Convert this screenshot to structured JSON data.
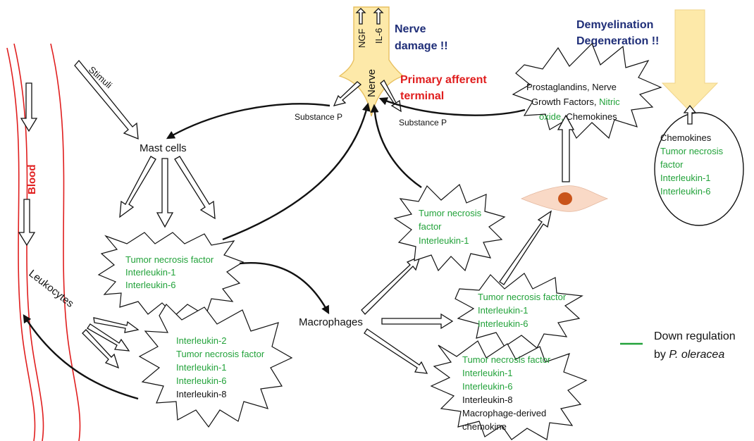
{
  "colors": {
    "down_regulated_text": "#22a23a",
    "title_blue": "#1f2e78",
    "emphasis_red": "#e01e1e",
    "nerve_fill": "#fde9a9",
    "cell_fill": "#f9d9c6",
    "nucleus_fill": "#c9541a"
  },
  "blood": "Blood",
  "stimuli": "Stimuli",
  "mast_cells": "Mast cells",
  "leukocytes": "Leukocytes",
  "macrophages": "Macrophages",
  "nerve": {
    "label": "Nerve",
    "ngf": "NGF",
    "il6": "IL-6",
    "damage_line1": "Nerve",
    "damage_line2": "damage !!",
    "terminal_line1": "Primary afferent",
    "terminal_line2": "terminal",
    "substance_p_left": "Substance P",
    "substance_p_right": "Substance P"
  },
  "demyelination": {
    "line1": "Demyelination",
    "line2": "Degeneration !!"
  },
  "clusters": {
    "mast_star": [
      "Tumor necrosis factor",
      "Interleukin-1",
      "Interleukin-6"
    ],
    "leuko_star": [
      "Interleukin-2",
      "Tumor necrosis factor",
      "Interleukin-1",
      "Interleukin-6",
      "Interleukin-8"
    ],
    "macro_top_star": [
      "Tumor necrosis",
      "factor",
      "Interleukin-1"
    ],
    "macro_mid_star": [
      "Tumor necrosis factor",
      "Interleukin-1",
      "Interleukin-6"
    ],
    "macro_bot_star": [
      "Tumor necrosis factor",
      "Interleukin-1",
      "Interleukin-6",
      "Interleukin-8",
      "Macrophage-derived",
      "chemokine"
    ],
    "prosta_star": {
      "line1": "Prostaglandins,  Nerve",
      "line2_a": "Growth Factors, ",
      "line2_b": "Nitric",
      "line3_a": "oxide, ",
      "line3_b": "Chemokines"
    },
    "circle": [
      "Chemokines",
      "Tumor necrosis",
      "factor",
      "Interleukin-1",
      "Interleukin-6"
    ]
  },
  "legend": {
    "line1": "Down regulation",
    "line2_a": "by ",
    "line2_b": "P. oleracea"
  }
}
